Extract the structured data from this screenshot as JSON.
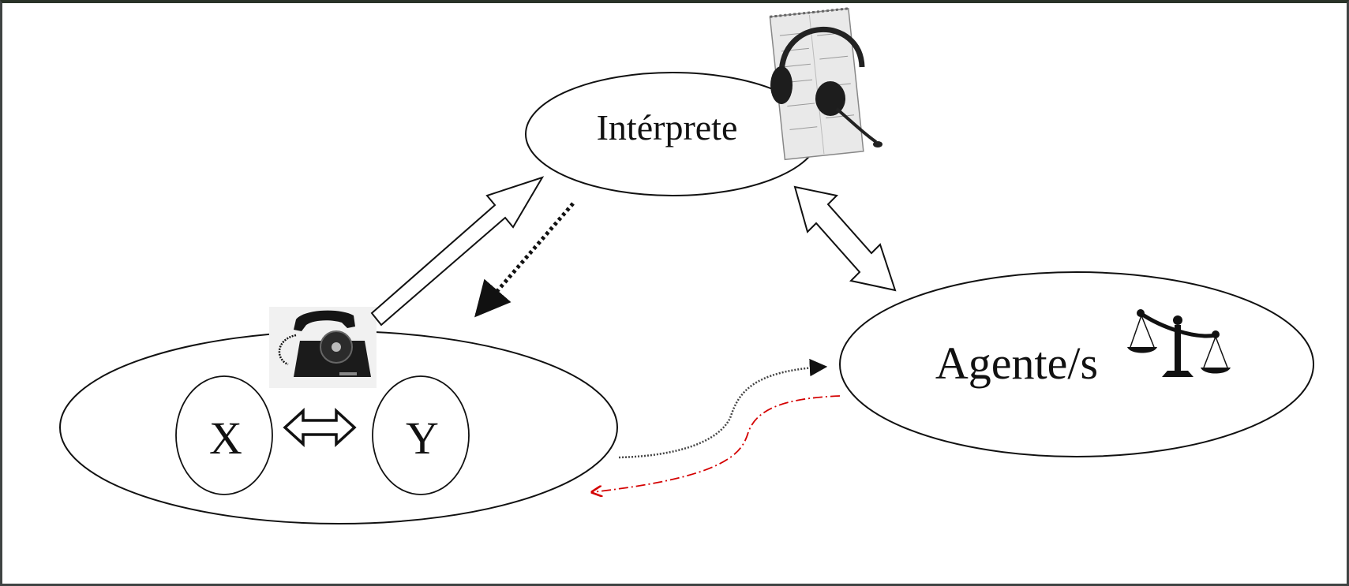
{
  "nodes": {
    "interpreter": {
      "label": "Intérprete",
      "icon": "headset-notepad-icon"
    },
    "agents": {
      "label": "Agente/s",
      "icon": "scales-of-justice-icon"
    },
    "parties": {
      "icon": "rotary-telephone-icon",
      "x_label": "X",
      "y_label": "Y",
      "link_icon": "double-arrow-icon"
    }
  },
  "colors": {
    "stroke": "#111111",
    "return_path": "#d40000",
    "frame": "#3f4443"
  }
}
